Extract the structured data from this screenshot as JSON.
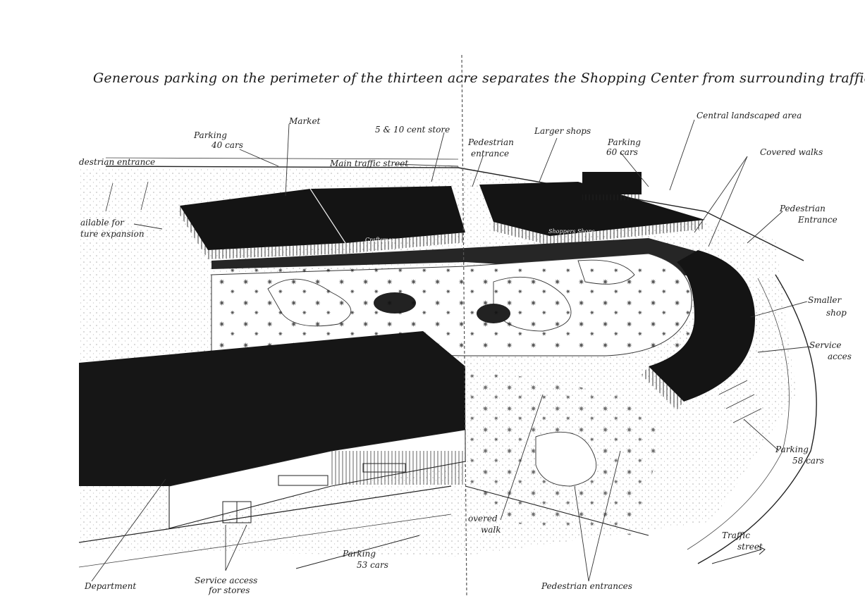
{
  "title": "Generous parking on the perimeter of the thirteen acre separates the Shopping Center from surrounding traffic",
  "labels": {
    "market": "Market",
    "parking_40_a": "Parking",
    "parking_40_b": "40 cars",
    "five_ten_store": "5 & 10 cent store",
    "pedestrian_entrance_top_a": "Pedestrian",
    "pedestrian_entrance_top_b": "entrance",
    "larger_shops": "Larger shops",
    "parking_60_a": "Parking",
    "parking_60_b": "60 cars",
    "central_landscaped": "Central landscaped area",
    "covered_walks": "Covered walks",
    "pedestrian_entrance_left": "destrian entrance",
    "main_traffic_street": "Main traffic street",
    "pedestrian_entrance_right_a": "Pedestrian",
    "pedestrian_entrance_right_b": "Entrance",
    "available_a": "ailable for",
    "available_b": "ture expansion",
    "smaller_shops_a": "Smaller",
    "smaller_shops_b": "shop",
    "service_access_right_a": "Service",
    "service_access_right_b": "acces",
    "parking_58_a": "Parking",
    "parking_58_b": "58 cars",
    "covered_walk_a": "overed",
    "covered_walk_b": "walk",
    "parking_53_a": "Parking",
    "parking_53_b": "53 cars",
    "traffic_street_a": "Traffic",
    "traffic_street_b": "street",
    "department": "Department",
    "service_access_stores_a": "Service access",
    "service_access_stores_b": "for stores",
    "pedestrian_entrances": "Pedestrian entrances",
    "sign_craftsmen": "Craftsmen",
    "sign_shops": "Shoppers Shops"
  },
  "colors": {
    "ink": "#141414",
    "paper": "#ffffff",
    "roof": "#161616",
    "stipple": "#6a6a6a"
  }
}
